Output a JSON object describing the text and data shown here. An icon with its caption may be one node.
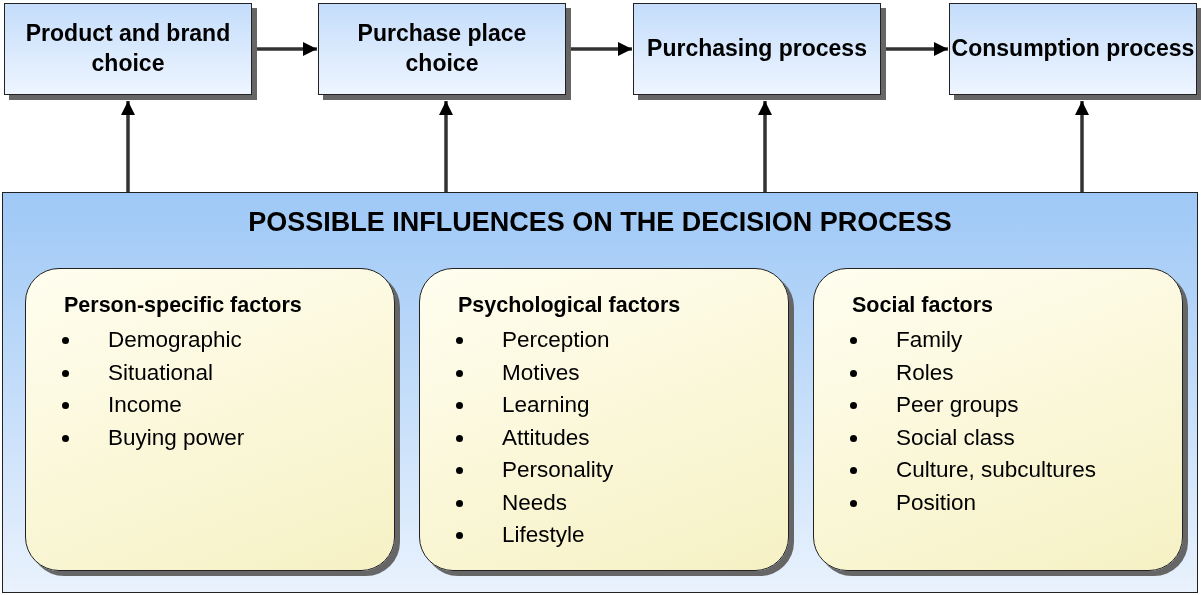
{
  "diagram": {
    "nodes": [
      {
        "text": [
          "Product and brand choice"
        ]
      },
      {
        "text": [
          "Purchase place choice"
        ]
      },
      {
        "text": [
          "Purchasing process"
        ]
      },
      {
        "text": [
          "Consumption process"
        ]
      },
      {
        "text": [
          "POSSIBLE INFLUENCES ON THE DECISION PROCESS"
        ]
      },
      {
        "text": [
          "Person-specific factors",
          "Demographic",
          "Situational",
          "Income",
          "Buying power"
        ],
        "in": 4
      },
      {
        "text": [
          "Psychological factors",
          "Perception",
          "Motives",
          "Learning",
          "Attitudes",
          "Personality",
          "Needs",
          "Lifestyle"
        ],
        "in": 4
      },
      {
        "text": [
          "Social factors",
          "Family",
          "Roles",
          "Peer groups",
          "Social class",
          "Culture, subcultures",
          "Position"
        ],
        "in": 4
      }
    ],
    "edges": [
      {
        "from": 0,
        "to": 1,
        "arrow": "to"
      },
      {
        "from": 1,
        "to": 2,
        "arrow": "to"
      },
      {
        "from": 2,
        "to": 3,
        "arrow": "to"
      },
      {
        "from": 4,
        "to": 0,
        "arrow": "to"
      },
      {
        "from": 4,
        "to": 1,
        "arrow": "to"
      },
      {
        "from": 4,
        "to": 2,
        "arrow": "to"
      },
      {
        "from": 4,
        "to": 3,
        "arrow": "to"
      }
    ]
  }
}
